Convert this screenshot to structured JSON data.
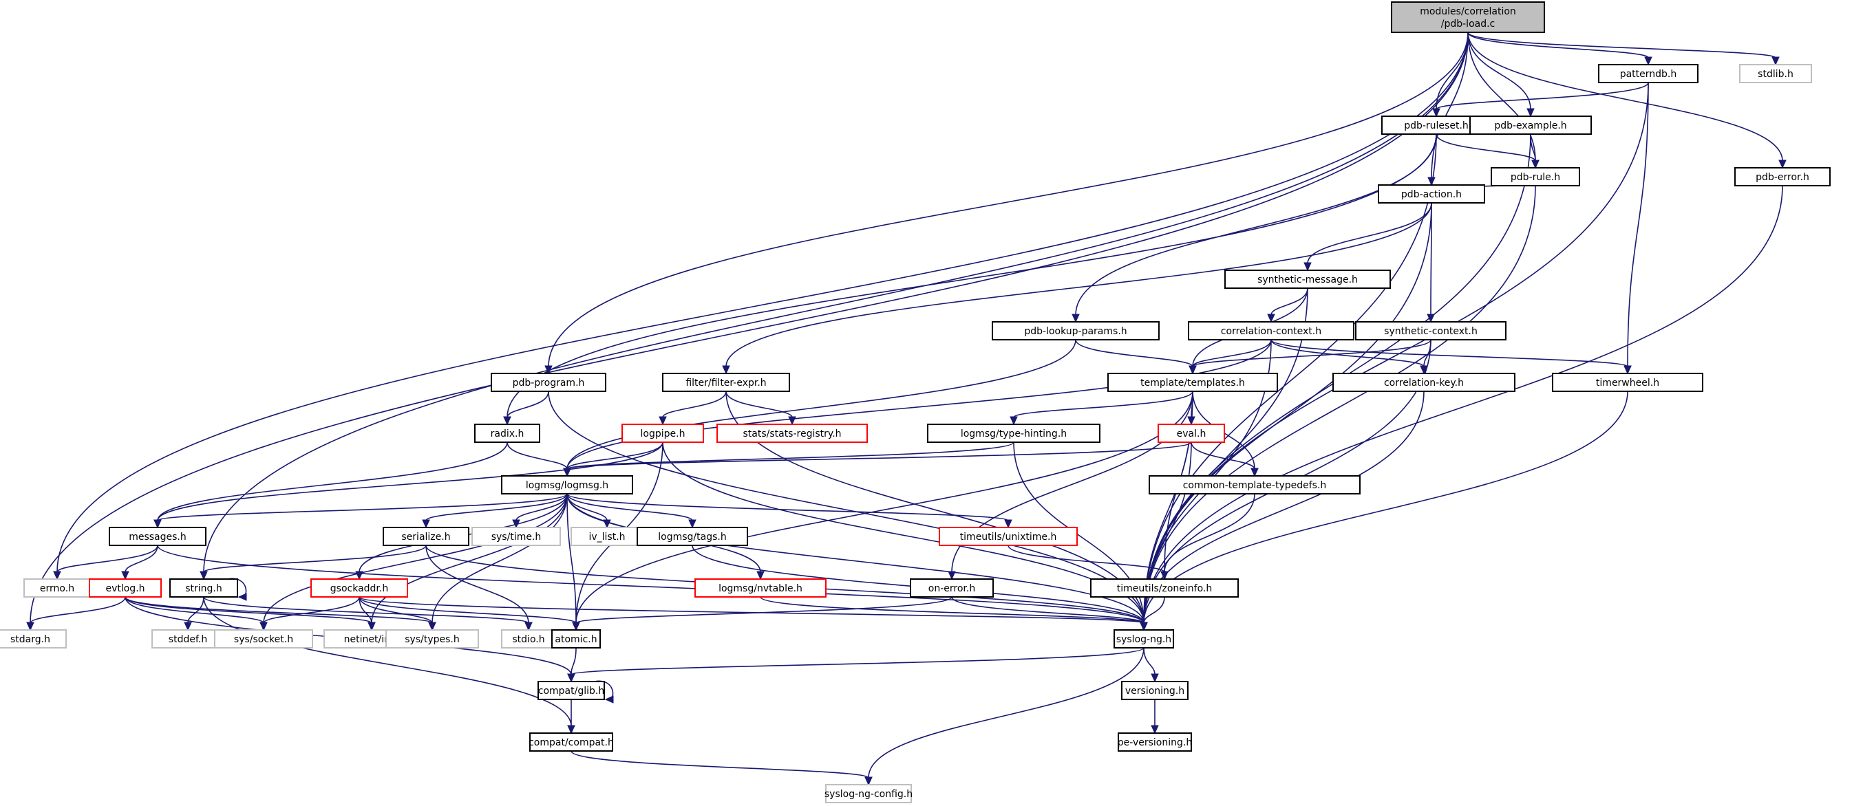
{
  "diagram": {
    "title": "Include dependency graph for modules/correlation/pdb-load.c",
    "colors": {
      "edge": "#191970",
      "root_fill": "#bfbfbf",
      "normal_border": "#000000",
      "truncated_border": "#ff0000",
      "system_border": "#bfbfbf"
    },
    "nodes": [
      {
        "id": "root",
        "label": [
          "modules/correlation",
          "/pdb-load.c"
        ],
        "kind": "root"
      },
      {
        "id": "patterndb",
        "label": [
          "patterndb.h"
        ],
        "kind": "normal"
      },
      {
        "id": "stdlib",
        "label": [
          "stdlib.h"
        ],
        "kind": "system"
      },
      {
        "id": "ruleset",
        "label": [
          "pdb-ruleset.h"
        ],
        "kind": "normal"
      },
      {
        "id": "example",
        "label": [
          "pdb-example.h"
        ],
        "kind": "normal"
      },
      {
        "id": "rule",
        "label": [
          "pdb-rule.h"
        ],
        "kind": "normal"
      },
      {
        "id": "error",
        "label": [
          "pdb-error.h"
        ],
        "kind": "normal"
      },
      {
        "id": "action",
        "label": [
          "pdb-action.h"
        ],
        "kind": "normal"
      },
      {
        "id": "synmsg",
        "label": [
          "synthetic-message.h"
        ],
        "kind": "normal"
      },
      {
        "id": "lookup",
        "label": [
          "pdb-lookup-params.h"
        ],
        "kind": "normal"
      },
      {
        "id": "corrctx",
        "label": [
          "correlation-context.h"
        ],
        "kind": "normal"
      },
      {
        "id": "synctx",
        "label": [
          "synthetic-context.h"
        ],
        "kind": "normal"
      },
      {
        "id": "program",
        "label": [
          "pdb-program.h"
        ],
        "kind": "normal"
      },
      {
        "id": "filter",
        "label": [
          "filter/filter-expr.h"
        ],
        "kind": "normal"
      },
      {
        "id": "templates",
        "label": [
          "template/templates.h"
        ],
        "kind": "normal"
      },
      {
        "id": "corrkey",
        "label": [
          "correlation-key.h"
        ],
        "kind": "normal"
      },
      {
        "id": "timerwheel",
        "label": [
          "timerwheel.h"
        ],
        "kind": "normal"
      },
      {
        "id": "radix",
        "label": [
          "radix.h"
        ],
        "kind": "normal"
      },
      {
        "id": "logpipe",
        "label": [
          "logpipe.h"
        ],
        "kind": "truncated"
      },
      {
        "id": "stats",
        "label": [
          "stats/stats-registry.h"
        ],
        "kind": "truncated"
      },
      {
        "id": "typehint",
        "label": [
          "logmsg/type-hinting.h"
        ],
        "kind": "normal"
      },
      {
        "id": "eval",
        "label": [
          "eval.h"
        ],
        "kind": "truncated"
      },
      {
        "id": "logmsg",
        "label": [
          "logmsg/logmsg.h"
        ],
        "kind": "normal"
      },
      {
        "id": "ctt",
        "label": [
          "common-template-typedefs.h"
        ],
        "kind": "normal"
      },
      {
        "id": "messages",
        "label": [
          "messages.h"
        ],
        "kind": "normal"
      },
      {
        "id": "serialize",
        "label": [
          "serialize.h"
        ],
        "kind": "normal"
      },
      {
        "id": "systime",
        "label": [
          "sys/time.h"
        ],
        "kind": "system"
      },
      {
        "id": "ivlist",
        "label": [
          "iv_list.h"
        ],
        "kind": "system"
      },
      {
        "id": "tags",
        "label": [
          "logmsg/tags.h"
        ],
        "kind": "normal"
      },
      {
        "id": "unixtime",
        "label": [
          "timeutils/unixtime.h"
        ],
        "kind": "truncated"
      },
      {
        "id": "errno",
        "label": [
          "errno.h"
        ],
        "kind": "system"
      },
      {
        "id": "evtlog",
        "label": [
          "evtlog.h"
        ],
        "kind": "truncated"
      },
      {
        "id": "string",
        "label": [
          "string.h"
        ],
        "kind": "normal"
      },
      {
        "id": "gsockaddr",
        "label": [
          "gsockaddr.h"
        ],
        "kind": "truncated"
      },
      {
        "id": "nvtable",
        "label": [
          "logmsg/nvtable.h"
        ],
        "kind": "truncated"
      },
      {
        "id": "onerror",
        "label": [
          "on-error.h"
        ],
        "kind": "normal"
      },
      {
        "id": "zoneinfo",
        "label": [
          "timeutils/zoneinfo.h"
        ],
        "kind": "normal"
      },
      {
        "id": "stdarg",
        "label": [
          "stdarg.h"
        ],
        "kind": "system"
      },
      {
        "id": "stddef",
        "label": [
          "stddef.h"
        ],
        "kind": "system"
      },
      {
        "id": "syssocket",
        "label": [
          "sys/socket.h"
        ],
        "kind": "system"
      },
      {
        "id": "netinet",
        "label": [
          "netinet/in.h"
        ],
        "kind": "system"
      },
      {
        "id": "systypes",
        "label": [
          "sys/types.h"
        ],
        "kind": "system"
      },
      {
        "id": "stdio",
        "label": [
          "stdio.h"
        ],
        "kind": "system"
      },
      {
        "id": "atomic",
        "label": [
          "atomic.h"
        ],
        "kind": "normal"
      },
      {
        "id": "syslogng",
        "label": [
          "syslog-ng.h"
        ],
        "kind": "normal"
      },
      {
        "id": "glib",
        "label": [
          "compat/glib.h"
        ],
        "kind": "normal"
      },
      {
        "id": "versioning",
        "label": [
          "versioning.h"
        ],
        "kind": "normal"
      },
      {
        "id": "compat",
        "label": [
          "compat/compat.h"
        ],
        "kind": "normal"
      },
      {
        "id": "peversioning",
        "label": [
          "pe-versioning.h"
        ],
        "kind": "normal"
      },
      {
        "id": "config",
        "label": [
          "syslog-ng-config.h"
        ],
        "kind": "system"
      }
    ],
    "edges": [
      [
        "root",
        "patterndb"
      ],
      [
        "root",
        "stdlib"
      ],
      [
        "root",
        "ruleset"
      ],
      [
        "root",
        "example"
      ],
      [
        "root",
        "rule"
      ],
      [
        "root",
        "error"
      ],
      [
        "root",
        "action"
      ],
      [
        "root",
        "program"
      ],
      [
        "root",
        "string"
      ],
      [
        "root",
        "errno"
      ],
      [
        "root",
        "stdarg"
      ],
      [
        "patterndb",
        "ruleset"
      ],
      [
        "patterndb",
        "timerwheel"
      ],
      [
        "patterndb",
        "syslogng"
      ],
      [
        "ruleset",
        "rule"
      ],
      [
        "ruleset",
        "lookup"
      ],
      [
        "ruleset",
        "radix"
      ],
      [
        "ruleset",
        "syslogng"
      ],
      [
        "example",
        "rule"
      ],
      [
        "example",
        "syslogng"
      ],
      [
        "rule",
        "action"
      ],
      [
        "rule",
        "syslogng"
      ],
      [
        "error",
        "syslogng"
      ],
      [
        "action",
        "synmsg"
      ],
      [
        "action",
        "synctx"
      ],
      [
        "action",
        "filter"
      ],
      [
        "action",
        "syslogng"
      ],
      [
        "synmsg",
        "corrctx"
      ],
      [
        "synmsg",
        "templates"
      ],
      [
        "synmsg",
        "syslogng"
      ],
      [
        "lookup",
        "templates"
      ],
      [
        "lookup",
        "logmsg"
      ],
      [
        "corrctx",
        "templates"
      ],
      [
        "corrctx",
        "corrkey"
      ],
      [
        "corrctx",
        "timerwheel"
      ],
      [
        "corrctx",
        "logmsg"
      ],
      [
        "corrctx",
        "syslogng"
      ],
      [
        "synctx",
        "templates"
      ],
      [
        "synctx",
        "corrkey"
      ],
      [
        "synctx",
        "syslogng"
      ],
      [
        "program",
        "radix"
      ],
      [
        "program",
        "syslogng"
      ],
      [
        "filter",
        "logpipe"
      ],
      [
        "filter",
        "stats"
      ],
      [
        "filter",
        "syslogng"
      ],
      [
        "templates",
        "typehint"
      ],
      [
        "templates",
        "eval"
      ],
      [
        "templates",
        "ctt"
      ],
      [
        "templates",
        "zoneinfo"
      ],
      [
        "templates",
        "onerror"
      ],
      [
        "templates",
        "atomic"
      ],
      [
        "templates",
        "syslogng"
      ],
      [
        "corrkey",
        "syslogng"
      ],
      [
        "timerwheel",
        "syslogng"
      ],
      [
        "radix",
        "logmsg"
      ],
      [
        "radix",
        "messages"
      ],
      [
        "logpipe",
        "logmsg"
      ],
      [
        "logpipe",
        "messages"
      ],
      [
        "logpipe",
        "atomic"
      ],
      [
        "logpipe",
        "syslogng"
      ],
      [
        "typehint",
        "logmsg"
      ],
      [
        "typehint",
        "syslogng"
      ],
      [
        "eval",
        "ctt"
      ],
      [
        "eval",
        "logmsg"
      ],
      [
        "eval",
        "syslogng"
      ],
      [
        "ctt",
        "zoneinfo"
      ],
      [
        "logmsg",
        "messages"
      ],
      [
        "logmsg",
        "serialize"
      ],
      [
        "logmsg",
        "systime"
      ],
      [
        "logmsg",
        "ivlist"
      ],
      [
        "logmsg",
        "tags"
      ],
      [
        "logmsg",
        "nvtable"
      ],
      [
        "logmsg",
        "unixtime"
      ],
      [
        "logmsg",
        "gsockaddr"
      ],
      [
        "logmsg",
        "atomic"
      ],
      [
        "logmsg",
        "syssocket"
      ],
      [
        "logmsg",
        "netinet"
      ],
      [
        "logmsg",
        "systypes"
      ],
      [
        "logmsg",
        "syslogng"
      ],
      [
        "messages",
        "errno"
      ],
      [
        "messages",
        "evtlog"
      ],
      [
        "messages",
        "syslogng"
      ],
      [
        "serialize",
        "string"
      ],
      [
        "serialize",
        "stdio"
      ],
      [
        "serialize",
        "syslogng"
      ],
      [
        "tags",
        "syslogng"
      ],
      [
        "unixtime",
        "zoneinfo"
      ],
      [
        "nvtable",
        "syslogng"
      ],
      [
        "evtlog",
        "stdarg"
      ],
      [
        "evtlog",
        "syssocket"
      ],
      [
        "evtlog",
        "netinet"
      ],
      [
        "evtlog",
        "systypes"
      ],
      [
        "evtlog",
        "glib"
      ],
      [
        "string",
        "string"
      ],
      [
        "string",
        "stddef"
      ],
      [
        "string",
        "stdio"
      ],
      [
        "string",
        "compat"
      ],
      [
        "gsockaddr",
        "syssocket"
      ],
      [
        "gsockaddr",
        "netinet"
      ],
      [
        "gsockaddr",
        "systypes"
      ],
      [
        "gsockaddr",
        "atomic"
      ],
      [
        "gsockaddr",
        "syslogng"
      ],
      [
        "onerror",
        "atomic"
      ],
      [
        "onerror",
        "syslogng"
      ],
      [
        "zoneinfo",
        "syslogng"
      ],
      [
        "atomic",
        "glib"
      ],
      [
        "syslogng",
        "glib"
      ],
      [
        "syslogng",
        "versioning"
      ],
      [
        "syslogng",
        "config"
      ],
      [
        "glib",
        "glib"
      ],
      [
        "glib",
        "compat"
      ],
      [
        "versioning",
        "peversioning"
      ],
      [
        "compat",
        "config"
      ]
    ]
  }
}
